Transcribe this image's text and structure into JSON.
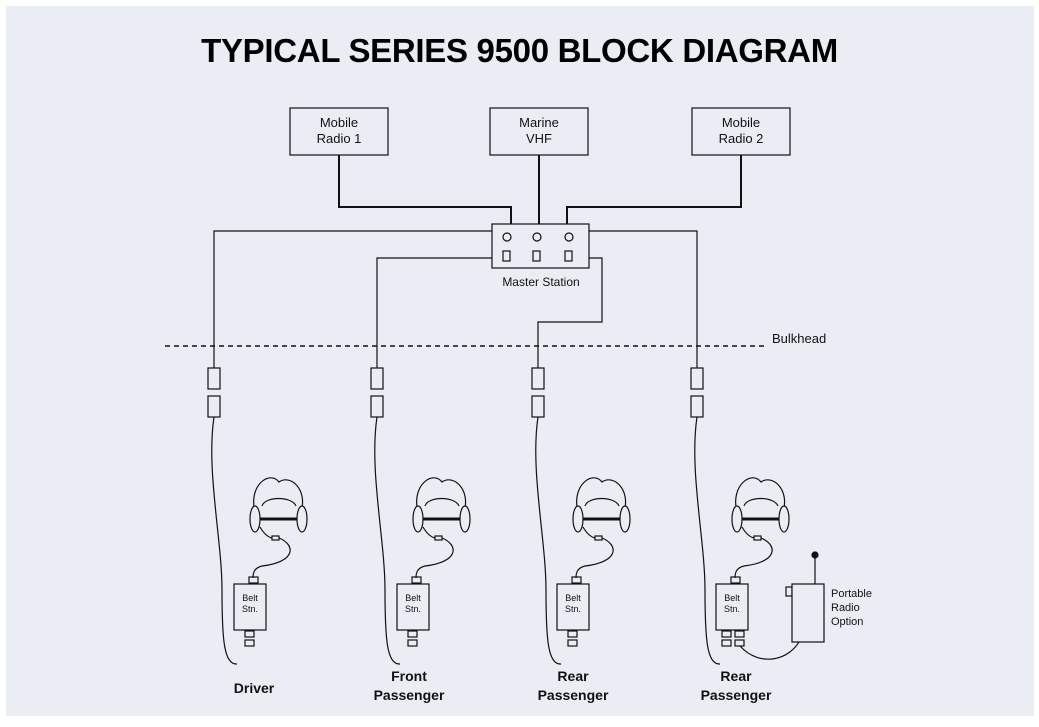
{
  "title": "TYPICAL SERIES 9500 BLOCK DIAGRAM",
  "radios": [
    {
      "line1": "Mobile",
      "line2": "Radio 1"
    },
    {
      "line1": "Marine",
      "line2": "VHF"
    },
    {
      "line1": "Mobile",
      "line2": "Radio 2"
    }
  ],
  "master_station": "Master Station",
  "bulkhead": "Bulkhead",
  "belt_station": {
    "line1": "Belt",
    "line2": "Stn."
  },
  "portable": {
    "line1": "Portable",
    "line2": "Radio",
    "line3": "Option"
  },
  "positions": [
    {
      "line1": "Driver",
      "line2": ""
    },
    {
      "line1": "Front",
      "line2": "Passenger"
    },
    {
      "line1": "Rear",
      "line2": "Passenger"
    },
    {
      "line1": "Rear",
      "line2": "Passenger"
    }
  ]
}
